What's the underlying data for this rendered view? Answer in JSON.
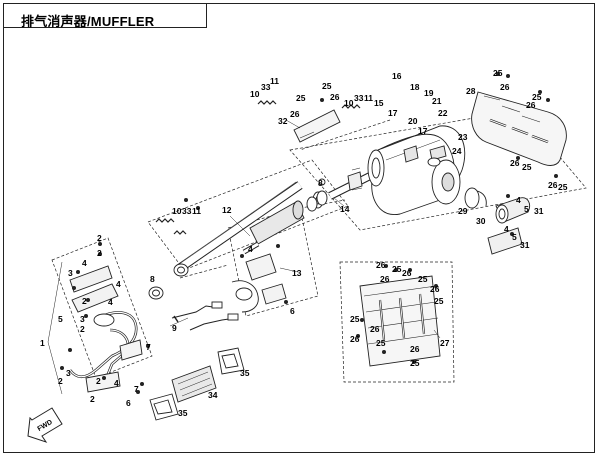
{
  "title": "排气消声器/MUFFLER",
  "fwd_label": "FWD",
  "callouts": [
    {
      "id": "c1",
      "text": "1"
    },
    {
      "id": "c2",
      "text": "2"
    },
    {
      "id": "c3",
      "text": "3"
    },
    {
      "id": "c4",
      "text": "4"
    },
    {
      "id": "c5",
      "text": "5"
    },
    {
      "id": "c6",
      "text": "6"
    },
    {
      "id": "c7",
      "text": "7"
    },
    {
      "id": "c8",
      "text": "8"
    },
    {
      "id": "c9",
      "text": "9"
    },
    {
      "id": "c10",
      "text": "10"
    },
    {
      "id": "c11",
      "text": "11"
    },
    {
      "id": "c12",
      "text": "12"
    },
    {
      "id": "c13",
      "text": "13"
    },
    {
      "id": "c14",
      "text": "14"
    },
    {
      "id": "c15",
      "text": "15"
    },
    {
      "id": "c16",
      "text": "16"
    },
    {
      "id": "c17",
      "text": "17"
    },
    {
      "id": "c18",
      "text": "18"
    },
    {
      "id": "c19",
      "text": "19"
    },
    {
      "id": "c20",
      "text": "20"
    },
    {
      "id": "c21",
      "text": "21"
    },
    {
      "id": "c22",
      "text": "22"
    },
    {
      "id": "c23",
      "text": "23"
    },
    {
      "id": "c24",
      "text": "24"
    },
    {
      "id": "c25",
      "text": "25"
    },
    {
      "id": "c26",
      "text": "26"
    },
    {
      "id": "c27",
      "text": "27"
    },
    {
      "id": "c28",
      "text": "28"
    },
    {
      "id": "c29",
      "text": "29"
    },
    {
      "id": "c30",
      "text": "30"
    },
    {
      "id": "c31",
      "text": "31"
    },
    {
      "id": "c32",
      "text": "32"
    },
    {
      "id": "c33",
      "text": "33"
    },
    {
      "id": "c34",
      "text": "34"
    },
    {
      "id": "c35",
      "text": "35"
    }
  ]
}
